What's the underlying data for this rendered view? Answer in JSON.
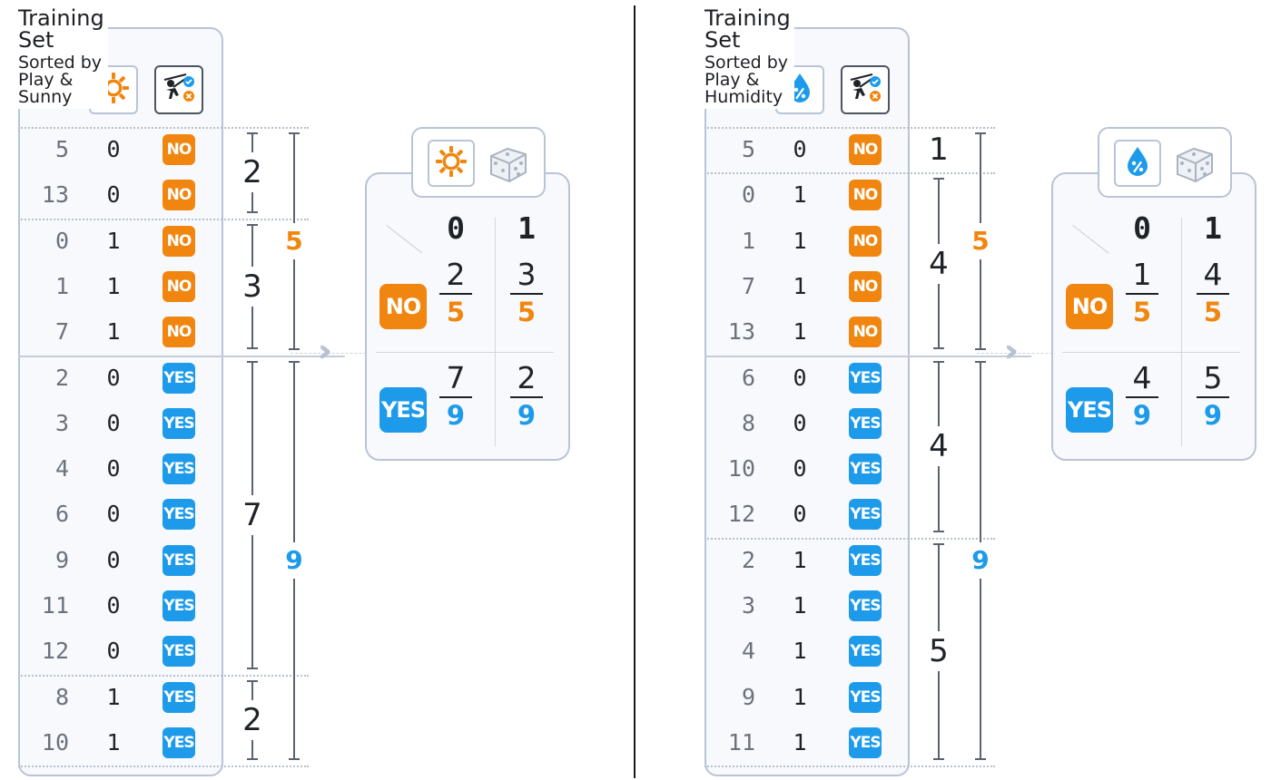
{
  "panels": [
    {
      "title": "Training Set",
      "subtitle": "Sorted by Play & Sunny",
      "feature_icon": "sun-icon",
      "target_icon": "golfer-icon",
      "rows": [
        {
          "id": "5",
          "value": "0",
          "play": "NO"
        },
        {
          "id": "13",
          "value": "0",
          "play": "NO"
        },
        {
          "id": "0",
          "value": "1",
          "play": "NO"
        },
        {
          "id": "1",
          "value": "1",
          "play": "NO"
        },
        {
          "id": "7",
          "value": "1",
          "play": "NO"
        },
        {
          "id": "2",
          "value": "0",
          "play": "YES"
        },
        {
          "id": "3",
          "value": "0",
          "play": "YES"
        },
        {
          "id": "4",
          "value": "0",
          "play": "YES"
        },
        {
          "id": "6",
          "value": "0",
          "play": "YES"
        },
        {
          "id": "9",
          "value": "0",
          "play": "YES"
        },
        {
          "id": "11",
          "value": "0",
          "play": "YES"
        },
        {
          "id": "12",
          "value": "0",
          "play": "YES"
        },
        {
          "id": "8",
          "value": "1",
          "play": "YES"
        },
        {
          "id": "10",
          "value": "1",
          "play": "YES"
        }
      ],
      "groups": [
        {
          "start": 0,
          "end": 2,
          "count": "2"
        },
        {
          "start": 2,
          "end": 5,
          "count": "3"
        },
        {
          "start": 5,
          "end": 12,
          "count": "7"
        },
        {
          "start": 12,
          "end": 14,
          "count": "2"
        }
      ],
      "totals": [
        {
          "start": 0,
          "end": 5,
          "count": "5",
          "color": "orange"
        },
        {
          "start": 5,
          "end": 14,
          "count": "9",
          "color": "blue"
        }
      ],
      "table": {
        "feature_icon": "sun-icon",
        "random_icon": "dice-icon",
        "columns": [
          "0",
          "1"
        ],
        "rows": [
          {
            "label": "NO",
            "cells": [
              {
                "num": "2",
                "den": "5"
              },
              {
                "num": "3",
                "den": "5"
              }
            ]
          },
          {
            "label": "YES",
            "cells": [
              {
                "num": "7",
                "den": "9"
              },
              {
                "num": "2",
                "den": "9"
              }
            ]
          }
        ]
      }
    },
    {
      "title": "Training Set",
      "subtitle": "Sorted by Play & Humidity",
      "feature_icon": "humidity-drop-icon",
      "target_icon": "golfer-icon",
      "rows": [
        {
          "id": "5",
          "value": "0",
          "play": "NO"
        },
        {
          "id": "0",
          "value": "1",
          "play": "NO"
        },
        {
          "id": "1",
          "value": "1",
          "play": "NO"
        },
        {
          "id": "7",
          "value": "1",
          "play": "NO"
        },
        {
          "id": "13",
          "value": "1",
          "play": "NO"
        },
        {
          "id": "6",
          "value": "0",
          "play": "YES"
        },
        {
          "id": "8",
          "value": "0",
          "play": "YES"
        },
        {
          "id": "10",
          "value": "0",
          "play": "YES"
        },
        {
          "id": "12",
          "value": "0",
          "play": "YES"
        },
        {
          "id": "2",
          "value": "1",
          "play": "YES"
        },
        {
          "id": "3",
          "value": "1",
          "play": "YES"
        },
        {
          "id": "4",
          "value": "1",
          "play": "YES"
        },
        {
          "id": "9",
          "value": "1",
          "play": "YES"
        },
        {
          "id": "11",
          "value": "1",
          "play": "YES"
        }
      ],
      "groups": [
        {
          "start": 0,
          "end": 1,
          "count": "1"
        },
        {
          "start": 1,
          "end": 5,
          "count": "4"
        },
        {
          "start": 5,
          "end": 9,
          "count": "4"
        },
        {
          "start": 9,
          "end": 14,
          "count": "5"
        }
      ],
      "totals": [
        {
          "start": 0,
          "end": 5,
          "count": "5",
          "color": "orange"
        },
        {
          "start": 5,
          "end": 14,
          "count": "9",
          "color": "blue"
        }
      ],
      "table": {
        "feature_icon": "humidity-drop-icon",
        "random_icon": "dice-icon",
        "columns": [
          "0",
          "1"
        ],
        "rows": [
          {
            "label": "NO",
            "cells": [
              {
                "num": "1",
                "den": "5"
              },
              {
                "num": "4",
                "den": "5"
              }
            ]
          },
          {
            "label": "YES",
            "cells": [
              {
                "num": "4",
                "den": "9"
              },
              {
                "num": "5",
                "den": "9"
              }
            ]
          }
        ]
      }
    }
  ],
  "colors": {
    "no": "#f0860f",
    "yes": "#1d9bea",
    "border": "#b9c4d6"
  }
}
